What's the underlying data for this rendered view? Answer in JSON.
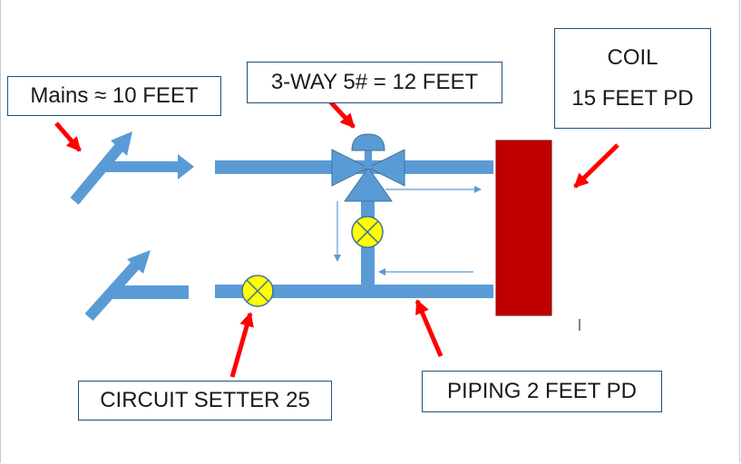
{
  "labels": {
    "mains": "Mains ≈ 10 FEET",
    "three_way_valve": "3-WAY 5# = 12 FEET",
    "coil_title": "COIL",
    "coil_pd": "15 FEET PD",
    "circuit_setter": "CIRCUIT SETTER 25",
    "piping": "PIPING 2 FEET PD"
  },
  "colors": {
    "pipe": "#5b9bd5",
    "pipe_edge": "#41719c",
    "coil": "#c00000",
    "pointer_arrow": "#ff0000",
    "valve_ball": "#ffff00",
    "flow_line": "#5b9bd5",
    "label_border": "#1f4e79"
  }
}
